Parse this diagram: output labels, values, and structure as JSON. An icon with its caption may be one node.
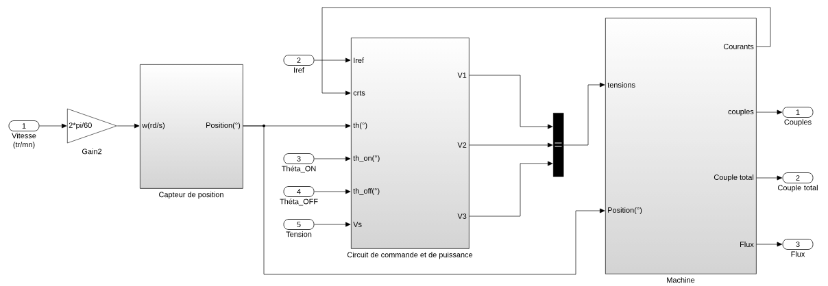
{
  "diagram": {
    "nodes": [
      {
        "text": [
          "1"
        ],
        "beside": [
          "Vitesse (tr/mn)"
        ]
      },
      {
        "text": [
          "2*pi/60"
        ],
        "beside": [
          "Gain2"
        ]
      },
      {
        "text": [
          "w(rd/s)",
          "Position(°)",
          "Capteur de position"
        ]
      },
      {
        "text": [
          "2"
        ],
        "beside": [
          "Iref"
        ]
      },
      {
        "text": [
          "3"
        ],
        "beside": [
          "Théta_ON"
        ]
      },
      {
        "text": [
          "4"
        ],
        "beside": [
          "Théta_OFF"
        ]
      },
      {
        "text": [
          "5"
        ],
        "beside": [
          "Tension"
        ]
      },
      {
        "text": [
          "Iref",
          "crts",
          "th(°)",
          "th_on(°)",
          "th_off(°)",
          "Vs",
          "V1",
          "V2",
          "V3",
          "Circuit de commande et de puissance"
        ]
      },
      {
        "text": [],
        "shape": "bar"
      },
      {
        "text": [
          "Courants",
          "tensions",
          "couples",
          "Couple total",
          "Position(°)",
          "Flux",
          "Machine"
        ]
      },
      {
        "text": [
          "1"
        ],
        "beside": [
          "Couples"
        ]
      },
      {
        "text": [
          "2"
        ],
        "beside": [
          "Couple total"
        ]
      },
      {
        "text": [
          "3"
        ],
        "beside": [
          "Flux"
        ]
      }
    ],
    "edges": [
      {
        "from": 0,
        "to": 1,
        "arrow": "to"
      },
      {
        "from": 1,
        "to": 2,
        "arrow": "to"
      },
      {
        "from": 2,
        "to": 7,
        "arrow": "to"
      },
      {
        "from": 2,
        "to": 9,
        "arrow": "to"
      },
      {
        "from": 3,
        "to": 7,
        "arrow": "to"
      },
      {
        "from": 9,
        "to": 7,
        "arrow": "to"
      },
      {
        "from": 4,
        "to": 7,
        "arrow": "to"
      },
      {
        "from": 5,
        "to": 7,
        "arrow": "to"
      },
      {
        "from": 6,
        "to": 7,
        "arrow": "to"
      },
      {
        "from": 7,
        "to": 8,
        "arrow": "to"
      },
      {
        "from": 7,
        "to": 8,
        "arrow": "to"
      },
      {
        "from": 7,
        "to": 8,
        "arrow": "to"
      },
      {
        "from": 8,
        "to": 9,
        "arrow": "to"
      },
      {
        "from": 9,
        "to": 10,
        "arrow": "to"
      },
      {
        "from": 9,
        "to": 11,
        "arrow": "to"
      },
      {
        "from": 9,
        "to": 12,
        "arrow": "to"
      }
    ]
  }
}
